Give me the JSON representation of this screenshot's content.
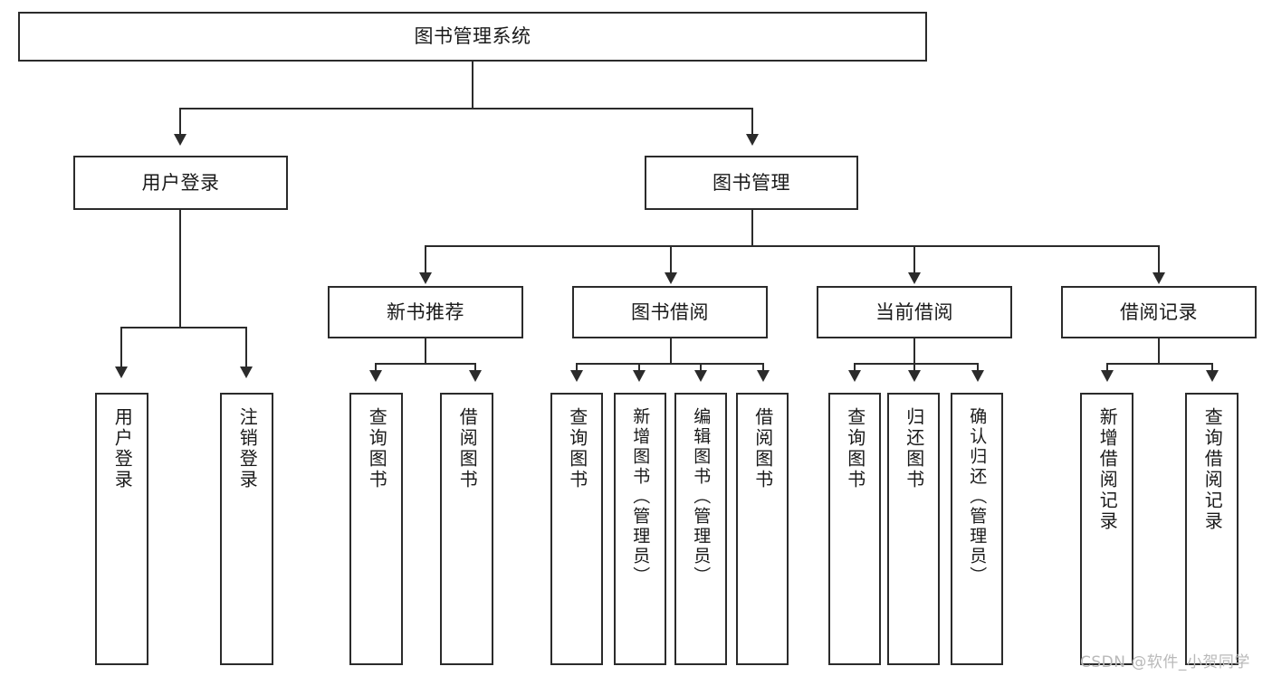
{
  "diagram": {
    "title": "图书管理系统",
    "type": "tree-hierarchy-chart",
    "watermark": "CSDN @软件_小贺同学",
    "colors": {
      "box_border": "#2b2b2b",
      "box_fill": "#ffffff",
      "connector": "#2b2b2b",
      "text": "#1a1a1a",
      "watermark": "#b9b9b9",
      "background": "#ffffff"
    }
  },
  "nodes": {
    "root": {
      "label": "图书管理系统"
    },
    "level2": [
      {
        "label": "用户登录"
      },
      {
        "label": "图书管理"
      }
    ],
    "level3": [
      {
        "label": "新书推荐"
      },
      {
        "label": "图书借阅"
      },
      {
        "label": "当前借阅"
      },
      {
        "label": "借阅记录"
      }
    ],
    "leaves": {
      "user_login": [
        {
          "label": "用户登录"
        },
        {
          "label": "注销登录"
        }
      ],
      "new_book_recommend": [
        {
          "label": "查询图书"
        },
        {
          "label": "借阅图书"
        }
      ],
      "book_borrow": [
        {
          "label": "查询图书"
        },
        {
          "label": "新增图书（管理员）"
        },
        {
          "label": "编辑图书（管理员）"
        },
        {
          "label": "借阅图书"
        }
      ],
      "current_borrow": [
        {
          "label": "查询图书"
        },
        {
          "label": "归还图书"
        },
        {
          "label": "确认归还（管理员）"
        }
      ],
      "borrow_record": [
        {
          "label": "新增借阅记录"
        },
        {
          "label": "查询借阅记录"
        }
      ]
    }
  }
}
